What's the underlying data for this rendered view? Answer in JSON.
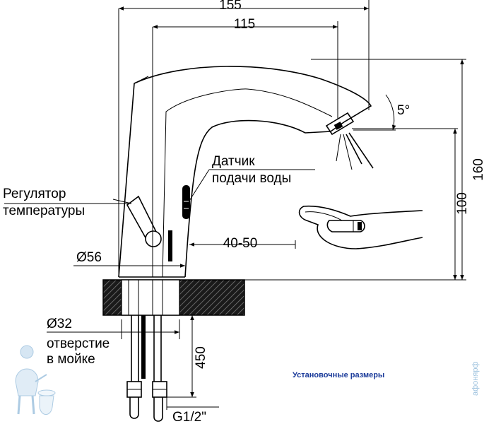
{
  "dimensions": {
    "d155": "155",
    "d115": "115",
    "d5deg": "5°",
    "d160": "160",
    "d100": "100",
    "d4050": "40-50",
    "d56": "Ø56",
    "d32": "Ø32",
    "d450": "450",
    "thread": "G1/2\""
  },
  "labels": {
    "sensor_line1": "Датчик",
    "sensor_line2": "подачи  воды",
    "regulator_line1": "Регулятор",
    "regulator_line2": "температуры",
    "hole_line1": "отверстие",
    "hole_line2": "в мойке"
  },
  "caption": "Установочные размеры",
  "watermark": "афонярф",
  "colors": {
    "caption": "#1b3b9a",
    "watermark": "#9fc3df",
    "line": "#000000"
  }
}
